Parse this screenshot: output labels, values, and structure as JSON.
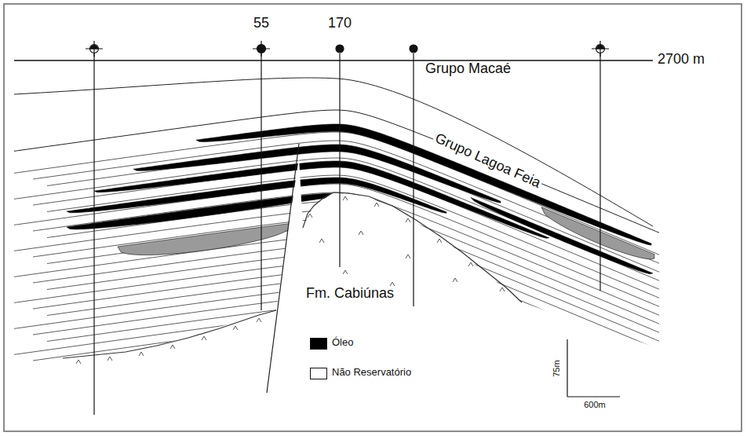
{
  "diagram": {
    "labels": [
      "55",
      "170",
      "2700 m",
      "Grupo Macaé",
      "Grupo Lagoa Feia",
      "Fm. Cabiúnas",
      "75m",
      "600m"
    ],
    "legend": [
      {
        "text": "Óleo",
        "color": "#000000"
      },
      {
        "text": "Não Reservatório",
        "color": "#ffffff"
      }
    ]
  }
}
